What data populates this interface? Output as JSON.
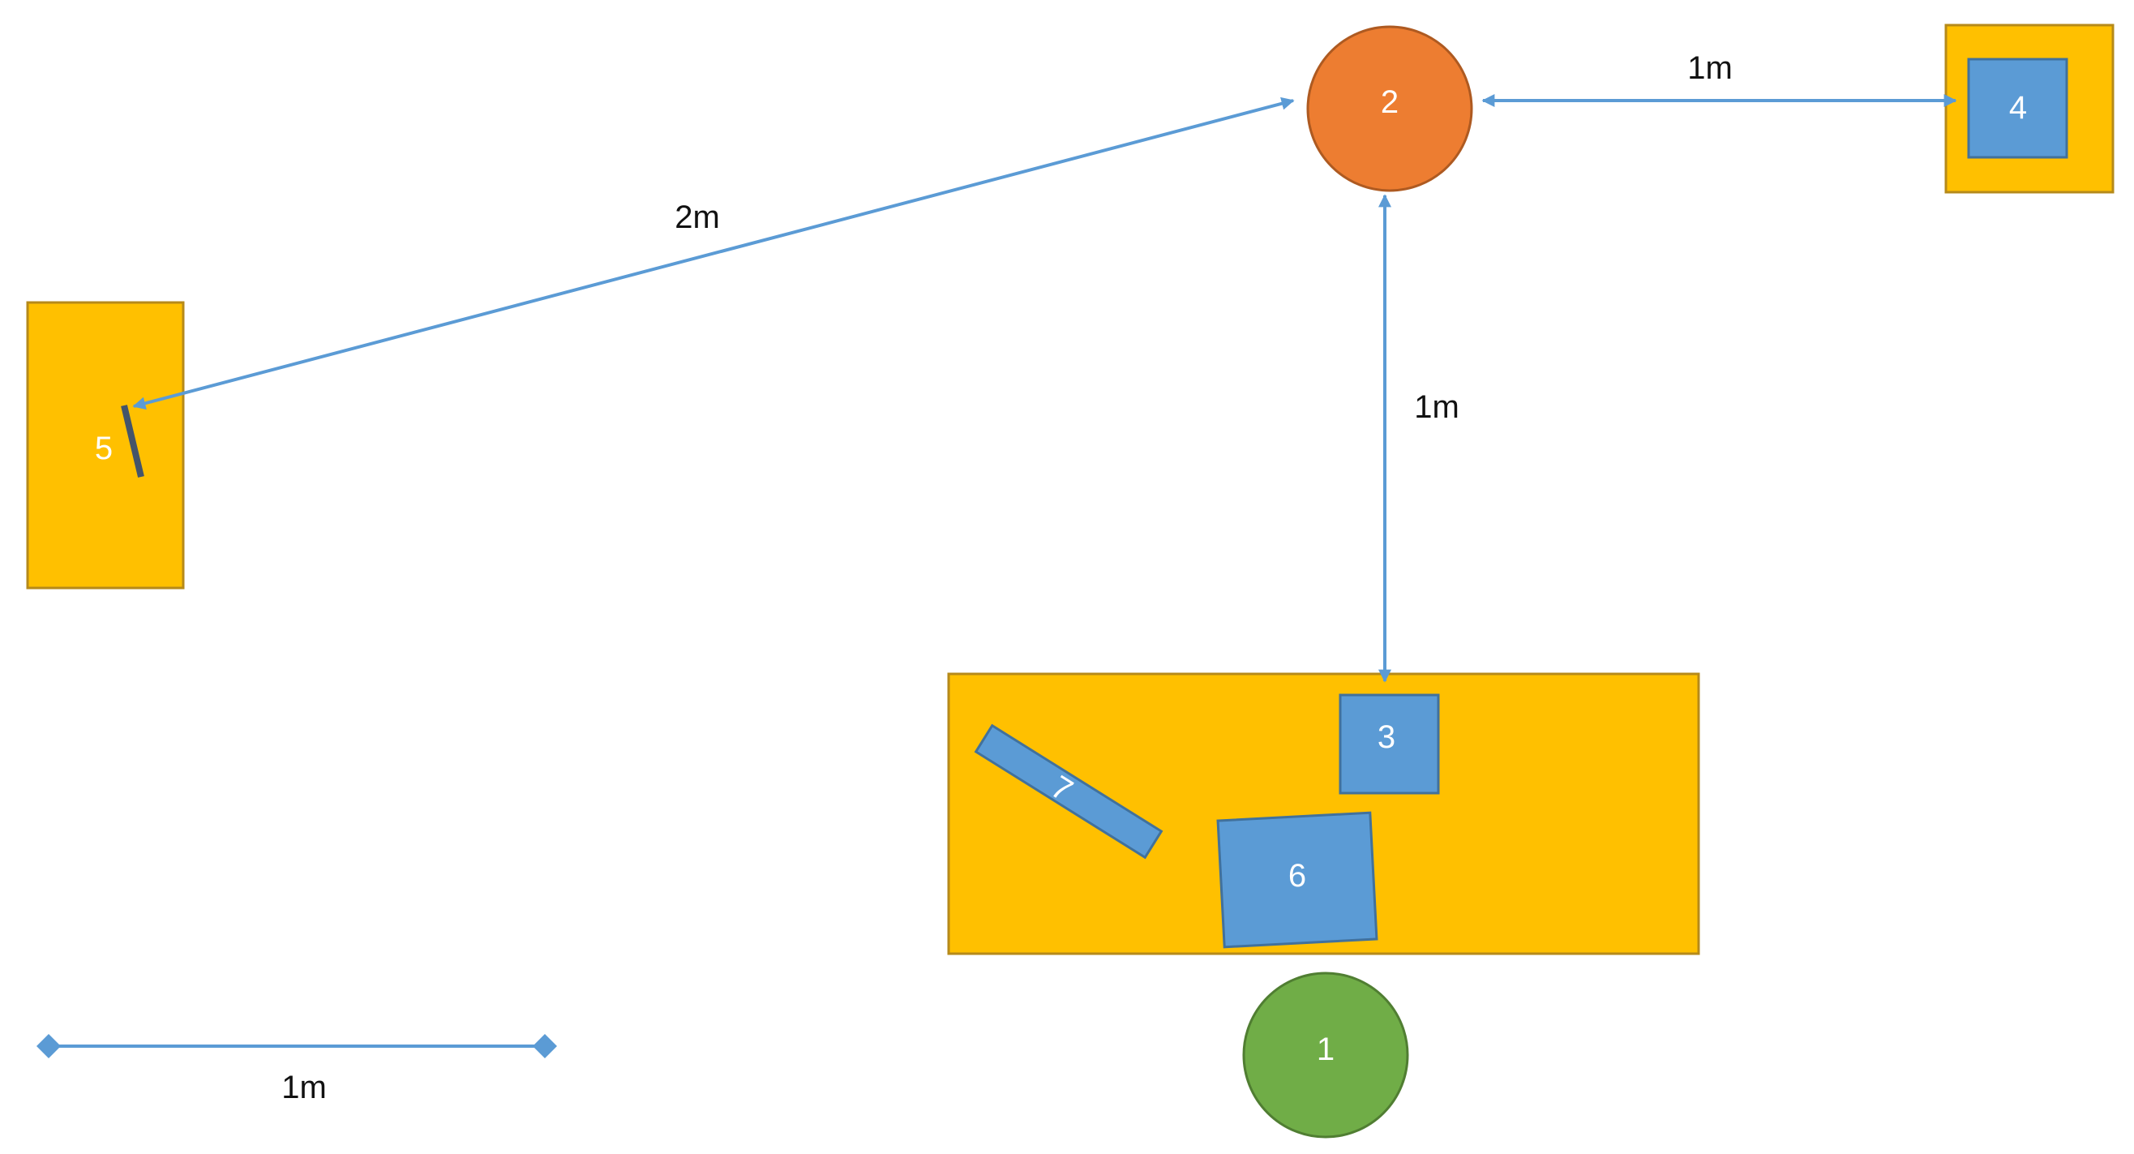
{
  "colors": {
    "table": "#FFC000",
    "table_border": "#B68A1A",
    "object": "#5B9BD5",
    "object_border": "#41719C",
    "person_1": "#70AD47",
    "person_1_border": "#507E32",
    "person_2": "#ED7D31",
    "person_2_border": "#AE5A21",
    "arrow": "#5B9BD5",
    "mirror": "#44546A"
  },
  "nodes": {
    "n1": "1",
    "n2": "2",
    "n3": "3",
    "n4": "4",
    "n5": "5",
    "n6": "6",
    "n7": "7"
  },
  "distances": {
    "d_2_to_5": "2m",
    "d_2_to_4": "1m",
    "d_2_to_3": "1m"
  },
  "scale_bar": {
    "label": "1m"
  }
}
